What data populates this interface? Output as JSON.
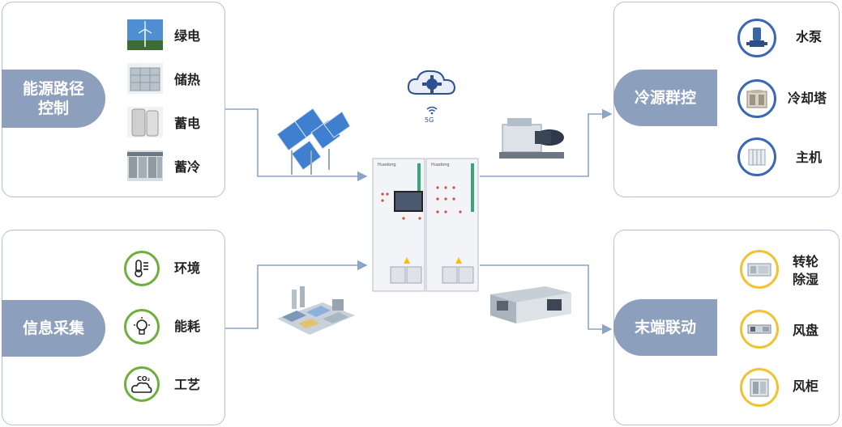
{
  "energy_path": {
    "title_line1": "能源路径",
    "title_line2": "控制",
    "items": [
      {
        "label": "绿电",
        "icon": "wind-turbine-icon"
      },
      {
        "label": "储热",
        "icon": "heat-storage-tank-icon"
      },
      {
        "label": "蓄电",
        "icon": "battery-storage-icon"
      },
      {
        "label": "蓄冷",
        "icon": "cold-storage-tank-icon"
      }
    ]
  },
  "info_collection": {
    "title": "信息采集",
    "items": [
      {
        "label": "环境",
        "icon": "thermometer-icon"
      },
      {
        "label": "能耗",
        "icon": "lightbulb-icon"
      },
      {
        "label": "工艺",
        "icon": "co2-cloud-icon"
      }
    ]
  },
  "cold_source": {
    "title": "冷源群控",
    "items": [
      {
        "label": "水泵",
        "icon": "water-pump-icon"
      },
      {
        "label": "冷却塔",
        "icon": "cooling-tower-icon"
      },
      {
        "label": "主机",
        "icon": "chiller-host-icon"
      }
    ]
  },
  "terminal": {
    "title": "末端联动",
    "items": [
      {
        "label_line1": "转轮",
        "label_line2": "除湿",
        "icon": "rotary-dehumidifier-icon"
      },
      {
        "label": "风盘",
        "icon": "fan-coil-icon"
      },
      {
        "label": "风柜",
        "icon": "air-handler-icon"
      }
    ]
  },
  "cloud": {
    "label": "5G",
    "icon": "cloud-5g-icon"
  },
  "colors": {
    "panel_border": "#b4c0d3",
    "tag_fill": "#8c9fbd",
    "connector": "#8aa4c8",
    "green_ring": "#6bb03c",
    "blue_ring": "#3b67b8",
    "yellow_ring": "#f1c232"
  }
}
